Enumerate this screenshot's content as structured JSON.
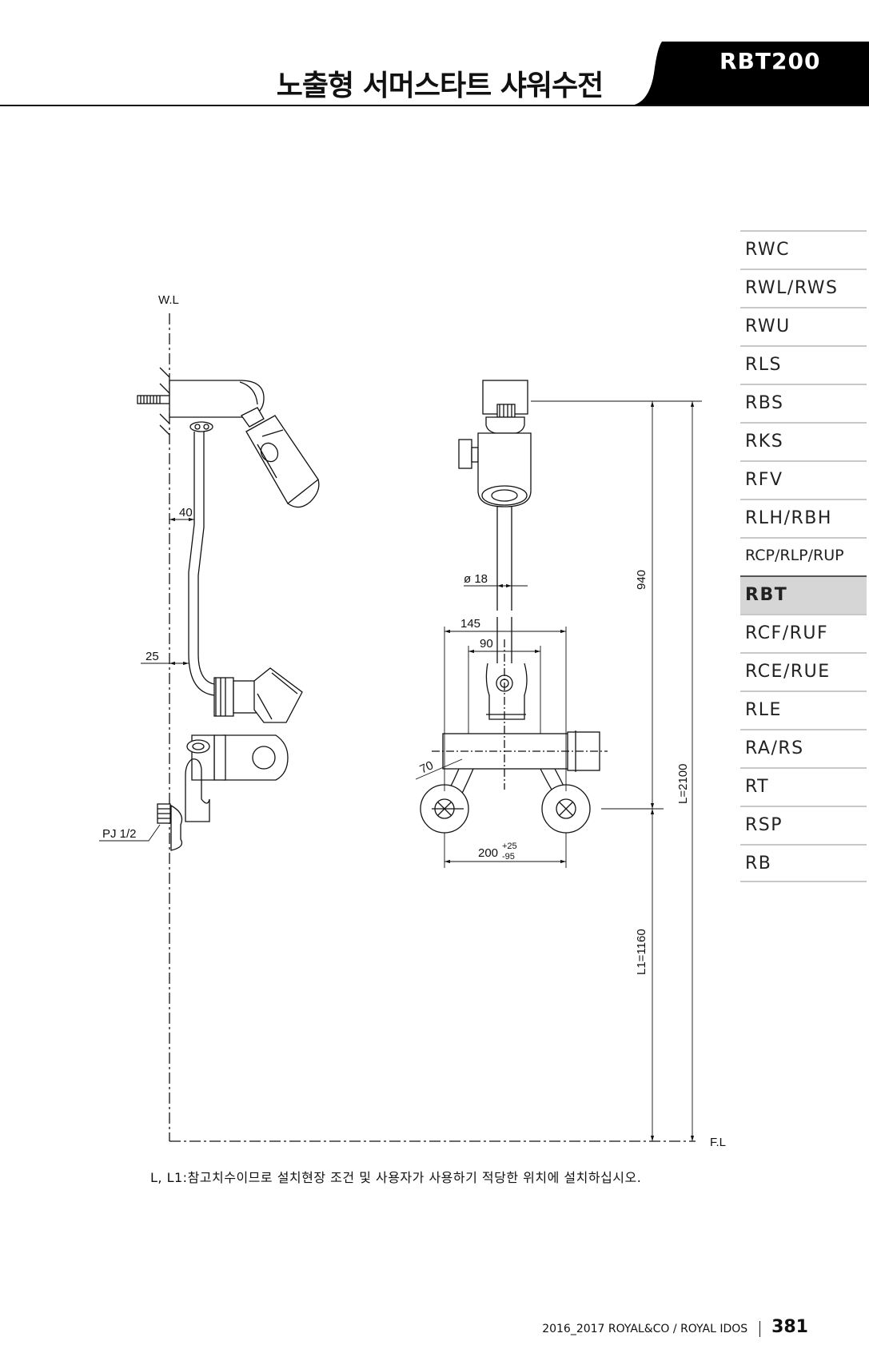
{
  "header": {
    "title": "노출형 서머스타트 샤워수전",
    "model": "RBT200"
  },
  "side_nav": {
    "items": [
      {
        "label": "RWC"
      },
      {
        "label": "RWL/RWS"
      },
      {
        "label": "RWU"
      },
      {
        "label": "RLS"
      },
      {
        "label": "RBS"
      },
      {
        "label": "RKS"
      },
      {
        "label": "RFV"
      },
      {
        "label": "RLH/RBH"
      },
      {
        "label": "RCP/RLP/RUP"
      },
      {
        "label": "RBT",
        "active": true
      },
      {
        "label": "RCF/RUF"
      },
      {
        "label": "RCE/RUE"
      },
      {
        "label": "RLE"
      },
      {
        "label": "RA/RS"
      },
      {
        "label": "RT"
      },
      {
        "label": "RSP"
      },
      {
        "label": "RB"
      }
    ]
  },
  "drawing": {
    "wall_line": "W.L",
    "floor_line": "F.L",
    "dim_40": "40",
    "dim_25": "25",
    "pipe_joint": "PJ 1/2",
    "dim_dia": "ø 18",
    "dim_145": "145",
    "dim_90": "90",
    "dim_70": "70",
    "dim_200": "200",
    "tol_plus": "+25",
    "tol_minus": "-95",
    "dim_940": "940",
    "dim_L": "L=2100",
    "dim_L1": "L1=1160"
  },
  "note": "L, L1:참고치수이므로 설치현장 조건 및 사용자가 사용하기 적당한 위치에 설치하십시오.",
  "footer": {
    "text": "2016_2017 ROYAL&CO / ROYAL IDOS",
    "page": "381"
  },
  "colors": {
    "tab_bg": "#000000",
    "active_nav": "#d6d6d6",
    "line": "#111111"
  }
}
